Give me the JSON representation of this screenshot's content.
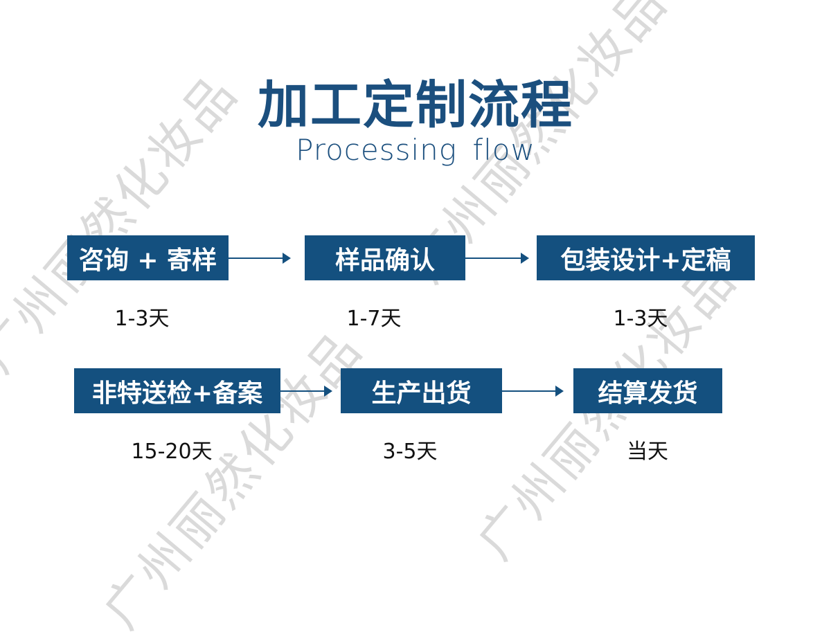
{
  "watermark": "广州丽然化妆品",
  "header": {
    "title": "加工定制流程",
    "subtitle": "Processing flow"
  },
  "accent_color": "#14507f",
  "steps": [
    {
      "label": "咨询 + 寄样",
      "duration": "1-3天"
    },
    {
      "label": "样品确认",
      "duration": "1-7天"
    },
    {
      "label": "包装设计+定稿",
      "duration": "1-3天"
    },
    {
      "label": "非特送检+备案",
      "duration": "15-20天"
    },
    {
      "label": "生产出货",
      "duration": "3-5天"
    },
    {
      "label": "结算发货",
      "duration": "当天"
    }
  ]
}
